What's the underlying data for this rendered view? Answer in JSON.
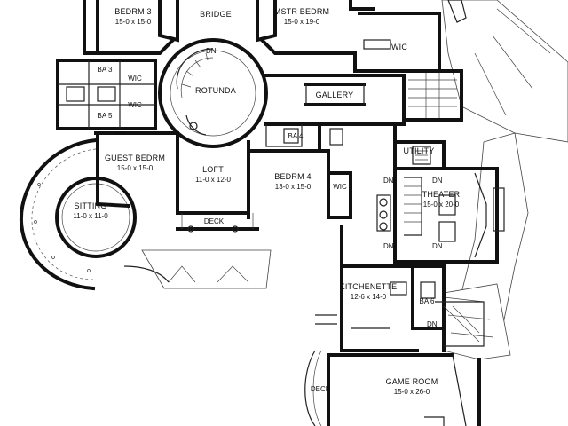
{
  "rooms": [
    {
      "id": "bedrm3",
      "name": "BEDRM 3",
      "size": "15-0 x 15-0"
    },
    {
      "id": "bridge",
      "name": "BRIDGE",
      "size": ""
    },
    {
      "id": "mstr",
      "name": "MSTR BEDRM",
      "size": "15-0 x 19-0"
    },
    {
      "id": "wic1",
      "name": "WIC",
      "size": ""
    },
    {
      "id": "ba3",
      "name": "BA 3",
      "size": ""
    },
    {
      "id": "wic2",
      "name": "WIC",
      "size": ""
    },
    {
      "id": "rotunda",
      "name": "ROTUNDA",
      "size": ""
    },
    {
      "id": "gallery",
      "name": "GALLERY",
      "size": ""
    },
    {
      "id": "ba5",
      "name": "BA 5",
      "size": ""
    },
    {
      "id": "wic3",
      "name": "WIC",
      "size": ""
    },
    {
      "id": "ba4",
      "name": "BA 4",
      "size": ""
    },
    {
      "id": "guest",
      "name": "GUEST BEDRM",
      "size": "15-0 x 15-0"
    },
    {
      "id": "loft",
      "name": "LOFT",
      "size": "11-0 x 12-0"
    },
    {
      "id": "bedrm4",
      "name": "BEDRM 4",
      "size": "13-0 x 15-0"
    },
    {
      "id": "wic4",
      "name": "WIC",
      "size": ""
    },
    {
      "id": "utility",
      "name": "UTILITY",
      "size": ""
    },
    {
      "id": "theater",
      "name": "THEATER",
      "size": "15-0 x 20-0"
    },
    {
      "id": "sitting",
      "name": "SITTING",
      "size": "11-0 x 11-0"
    },
    {
      "id": "deck1",
      "name": "DECK",
      "size": ""
    },
    {
      "id": "kitchenette",
      "name": "KITCHENETTE",
      "size": "12-6 x 14-0"
    },
    {
      "id": "ba6",
      "name": "BA 6",
      "size": ""
    },
    {
      "id": "deck2",
      "name": "DECK",
      "size": ""
    },
    {
      "id": "gameroom",
      "name": "GAME ROOM",
      "size": "15-0 x 26-0"
    }
  ],
  "stair_markers": {
    "dn": "DN"
  }
}
